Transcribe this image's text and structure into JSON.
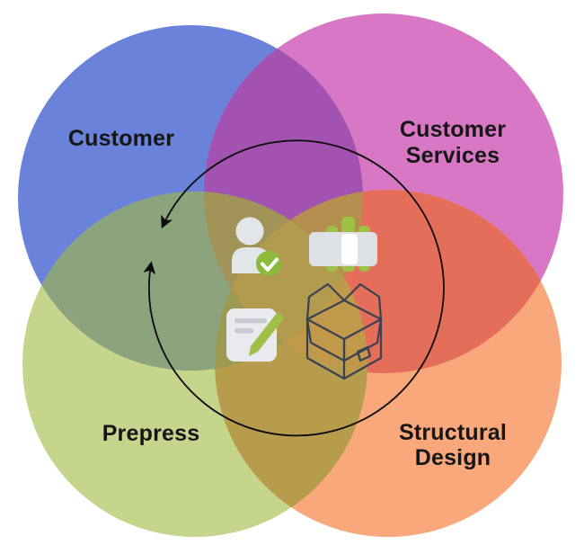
{
  "venn": {
    "circles": {
      "customer": {
        "label": "Customer",
        "color": "#6B82DB"
      },
      "customer_services": {
        "label_lines": [
          "Customer",
          "Services"
        ],
        "color": "#D877C4"
      },
      "prepress": {
        "label": "Prepress",
        "color": "#C5D58B"
      },
      "structural_design": {
        "label_lines": [
          "Structural",
          "Design"
        ],
        "color": "#F8A87B"
      }
    },
    "overlaps": {
      "customer_x_services": "#A253B2",
      "customer_x_prepress": "#8CA47D",
      "services_x_structural": "#E56E5A",
      "prepress_x_structural": "#B79C4E",
      "customer_x_services_x_prepress": "#A29459",
      "customer_x_services_x_structural": "#B58F4F",
      "customer_x_prepress_x_structural": "#9C9A52",
      "services_x_prepress_x_structural": "#C0994B",
      "center_all": "#B29A4E"
    },
    "label_color": "#161616"
  },
  "cycle_arrow": {
    "color": "#0B0B0B"
  },
  "icons": {
    "approved_user": {
      "name": "approved-user-icon",
      "body_color": "#E3E6E9",
      "badge_color": "#8CBA3B",
      "check_color": "#FFFFFF"
    },
    "packaged_product": {
      "name": "packaged-product-icon",
      "wrap_color": "#DEE1E4",
      "stripe_color": "#FDFDFE",
      "bars_color": "#9EC046"
    },
    "edit_note": {
      "name": "edit-note-icon",
      "card_color": "#E8EAED",
      "lines_color": "#C7CBD1",
      "pencil_color": "#9EC046"
    },
    "open_box": {
      "name": "open-box-icon",
      "stroke_color": "#394152"
    }
  }
}
